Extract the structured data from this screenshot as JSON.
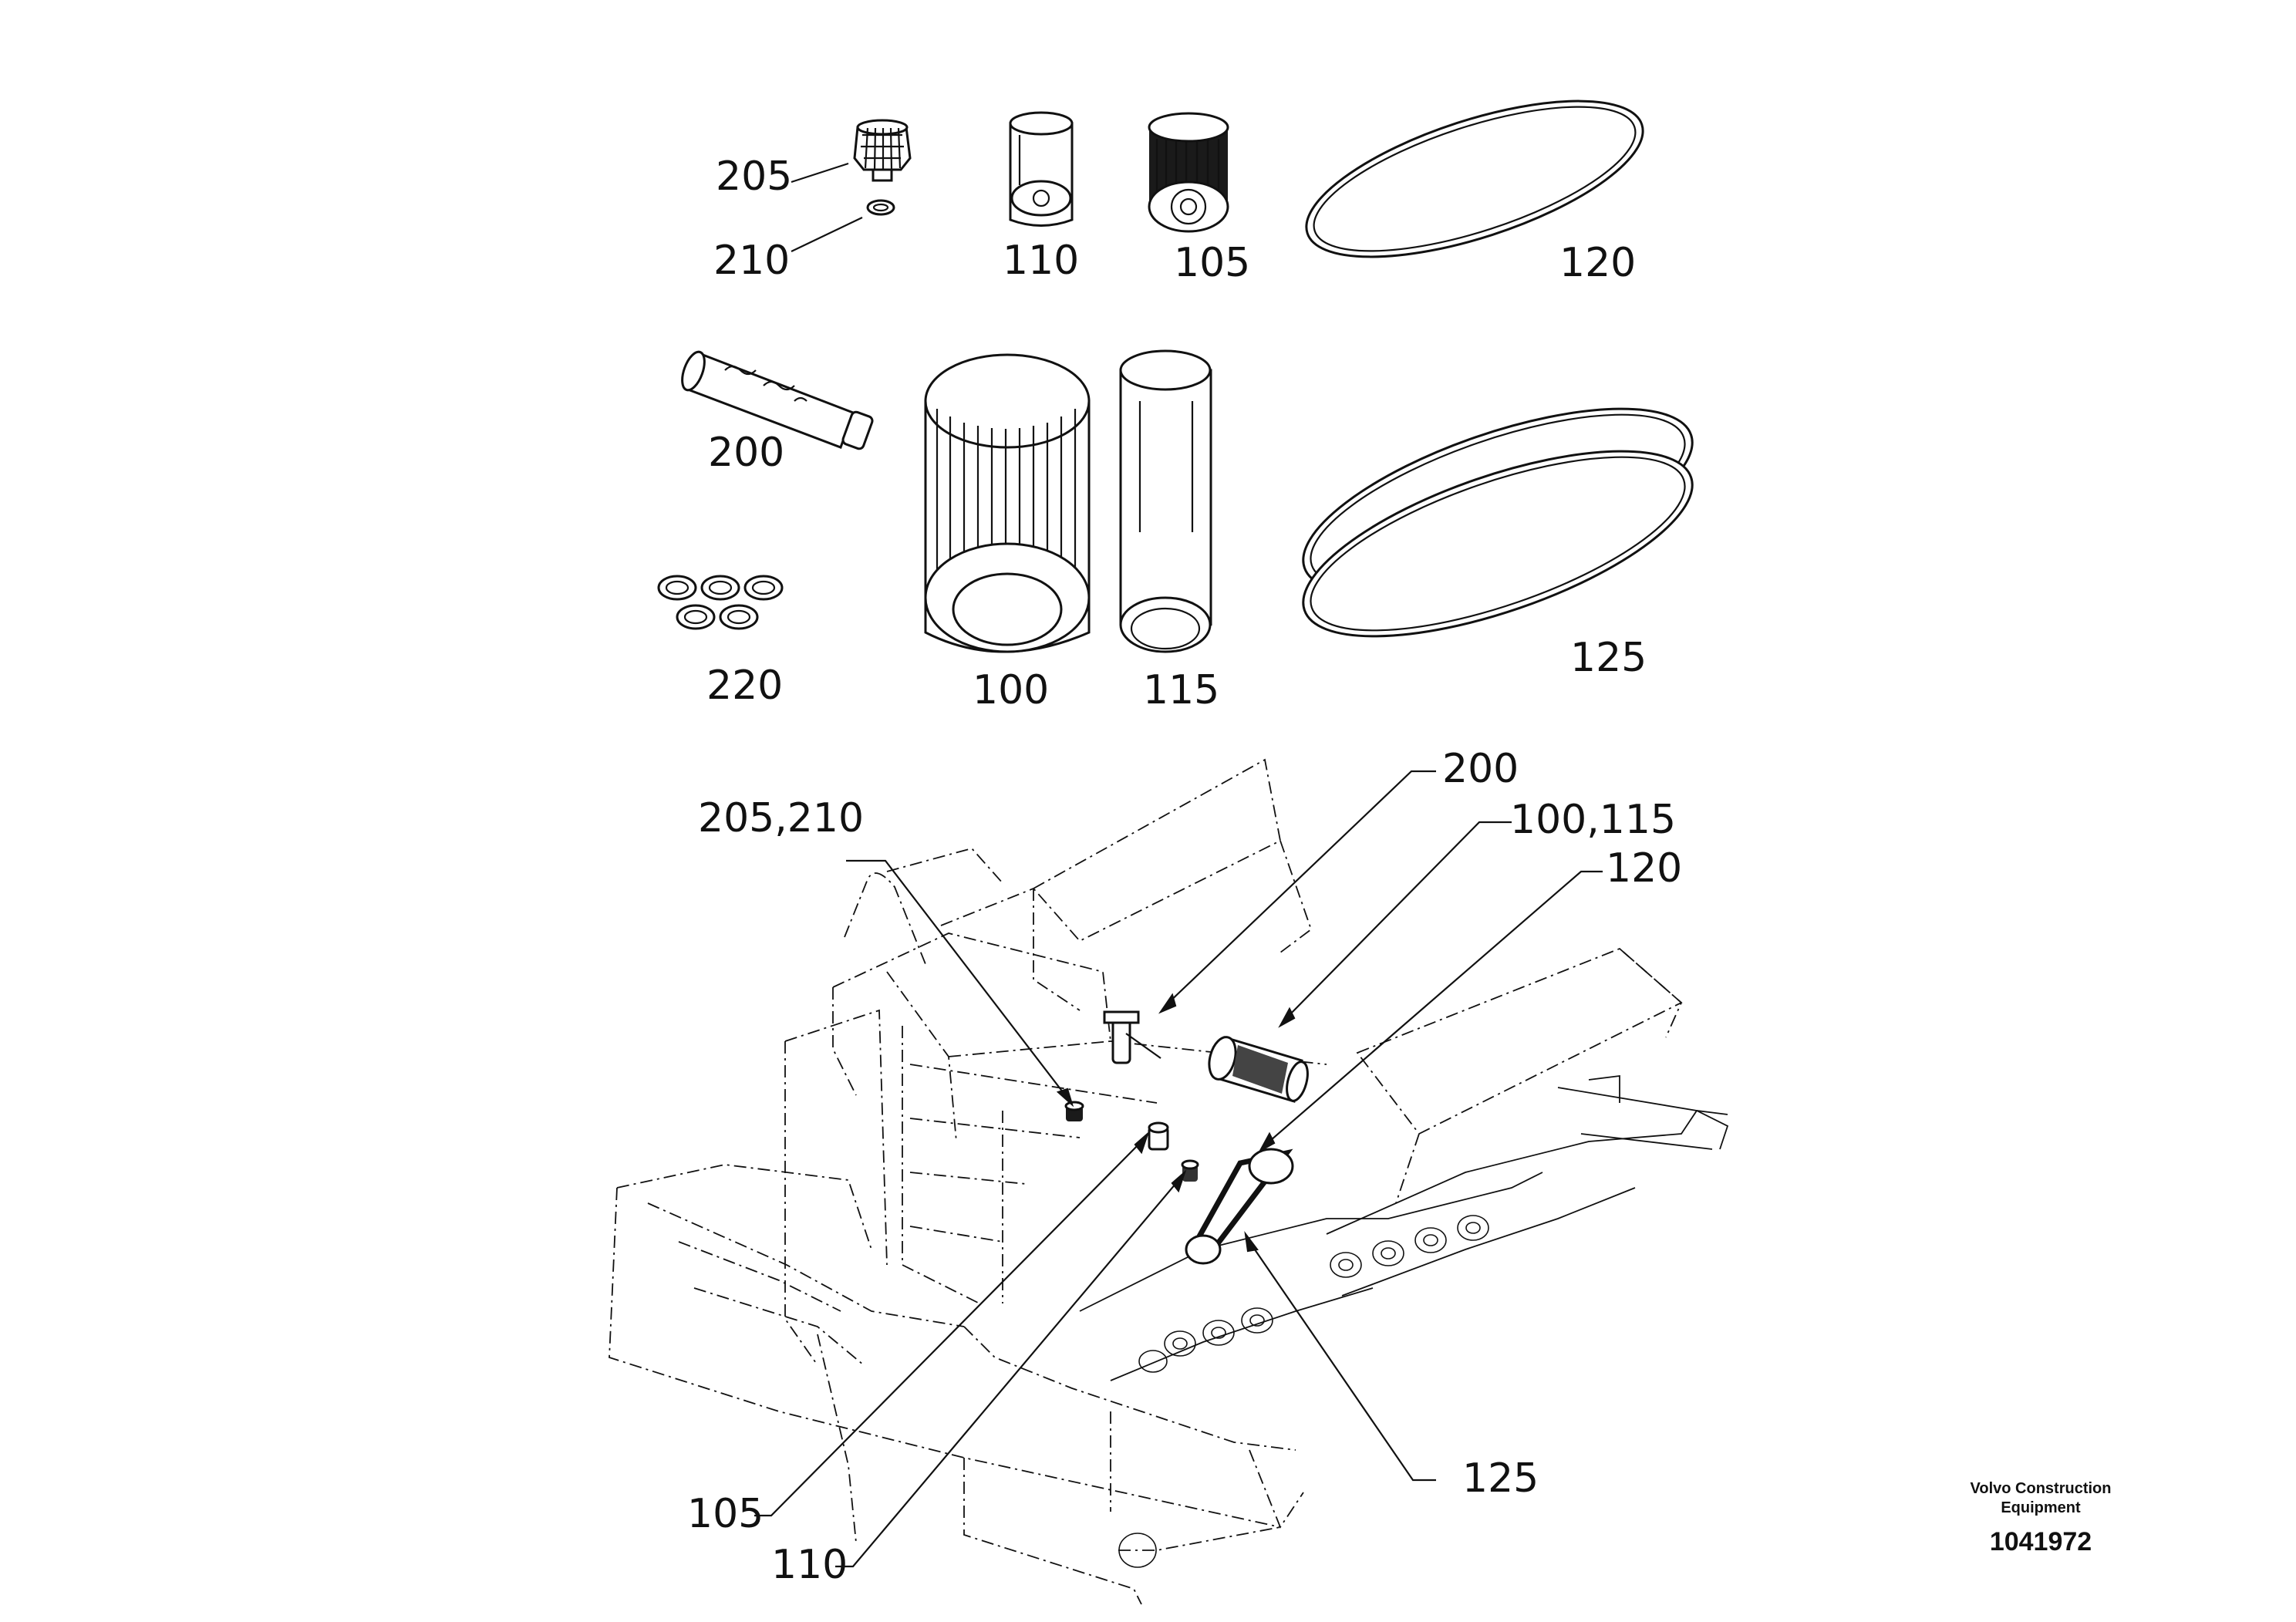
{
  "parts": {
    "p205": "205",
    "p210": "210",
    "p110": "110",
    "p105": "105",
    "p120": "120",
    "p200": "200",
    "p100": "100",
    "p115": "115",
    "p125": "125",
    "p220": "220"
  },
  "callouts": {
    "c200": "200",
    "c205_210": "205,210",
    "c100_115": "100,115",
    "c120": "120",
    "c125": "125",
    "c105": "105",
    "c110": "110"
  },
  "footer": {
    "brand_line1": "Volvo Construction",
    "brand_line2": "Equipment",
    "doc_number": "1041972"
  }
}
